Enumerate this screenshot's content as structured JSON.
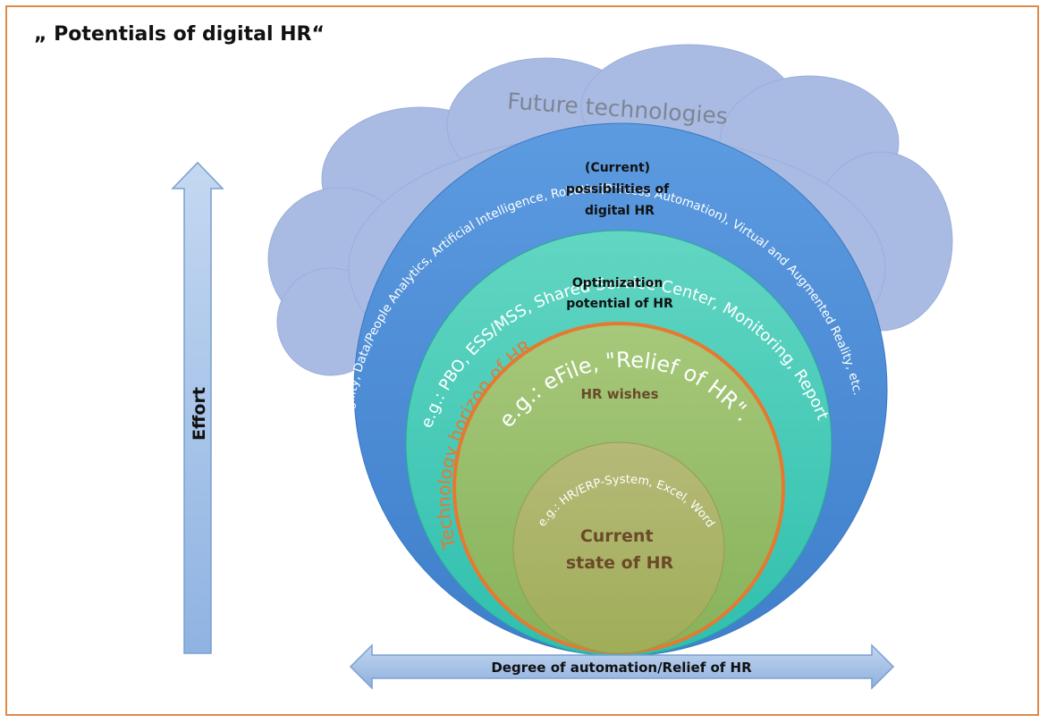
{
  "title": "„ Potentials of digital HR“",
  "axes": {
    "y_label": "Effort",
    "x_label": "Degree of automation/Relief of HR"
  },
  "layers": {
    "future": {
      "label": "Future technologies",
      "examples": "Mobile HR, Cloud Computing, Agility, Data/People Analytics, Artificial Intelligence, Robotic (Process Automation), Virtual and Augmented Reality, etc."
    },
    "current_possibilities": {
      "label_lines": [
        "(Current)",
        "possibilities of",
        "digital HR"
      ],
      "examples": "e.g.: PBO, ESS/MSS, Shared Service Center, Monitoring, Reporting"
    },
    "optimization": {
      "label_lines": [
        "Optimization",
        "potential of HR"
      ],
      "horizon": "Technology horizon of HR"
    },
    "wishes": {
      "label": "HR wishes",
      "examples": "e.g.: eFile, \"Relief of HR\"."
    },
    "current_state": {
      "label_lines": [
        "Current",
        "state of HR"
      ],
      "examples": "e.g.: HR/ERP-System, Excel, Word"
    }
  },
  "colors": {
    "frame": "#e08a4a",
    "cloud": "#a7b9e0",
    "outer_circle": "#4f8fd6",
    "teal_circle": "#3cc8b4",
    "wish_circle": "#9cbf6a",
    "wish_border": "#e6792f",
    "core_circle": "#aab46a",
    "arrow_fill": "#9dbde6"
  }
}
